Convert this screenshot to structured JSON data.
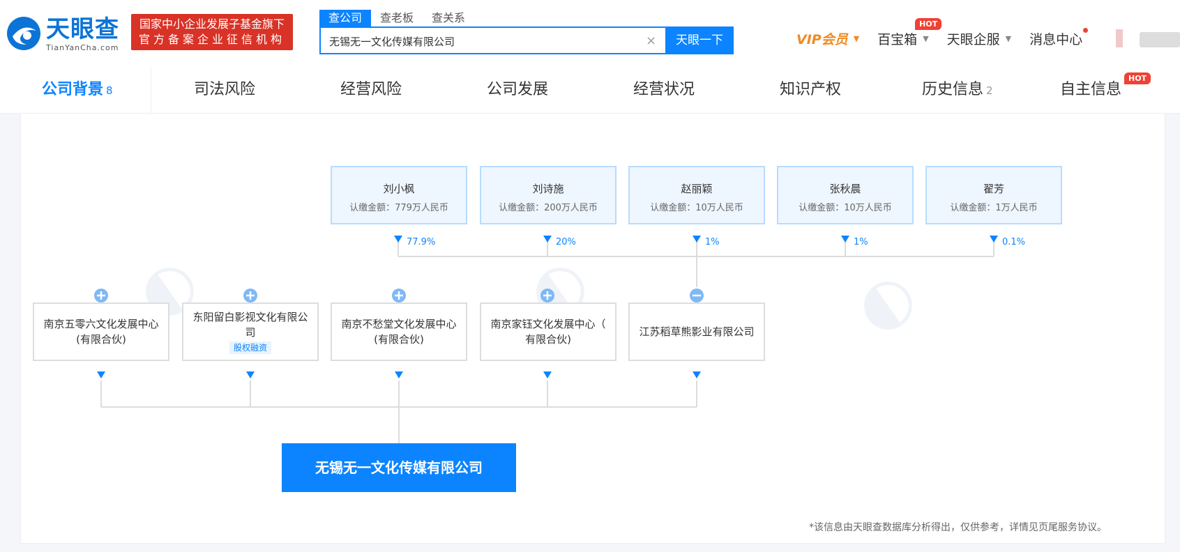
{
  "header": {
    "logo_text": "天眼查",
    "logo_sub": "TianYanCha.com",
    "badge_line1": "国家中小企业发展子基金旗下",
    "badge_line2": "官方备案企业征信机构",
    "search_tabs": [
      "查公司",
      "查老板",
      "查关系"
    ],
    "search_value": "无锡无一文化传媒有限公司",
    "search_button": "天眼一下",
    "nav": {
      "vip": "VIP会员",
      "baibaoxiang": "百宝箱",
      "hot": "HOT",
      "qifu": "天眼企服",
      "messages": "消息中心"
    }
  },
  "tabs": [
    {
      "label": "公司背景",
      "count": "8"
    },
    {
      "label": "司法风险",
      "count": ""
    },
    {
      "label": "经营风险",
      "count": ""
    },
    {
      "label": "公司发展",
      "count": ""
    },
    {
      "label": "经营状况",
      "count": ""
    },
    {
      "label": "知识产权",
      "count": ""
    },
    {
      "label": "历史信息",
      "count": "2"
    },
    {
      "label": "自主信息",
      "count": "",
      "hot": "HOT"
    }
  ],
  "shareholders": [
    {
      "name": "刘小枫",
      "amount": "认缴金额：779万人民币",
      "pct": "77.9%"
    },
    {
      "name": "刘诗施",
      "amount": "认缴金额：200万人民币",
      "pct": "20%"
    },
    {
      "name": "赵丽颖",
      "amount": "认缴金额：10万人民币",
      "pct": "1%"
    },
    {
      "name": "张秋晨",
      "amount": "认缴金额：10万人民币",
      "pct": "1%"
    },
    {
      "name": "翟芳",
      "amount": "认缴金额：1万人民币",
      "pct": "0.1%"
    }
  ],
  "investments": [
    {
      "line1": "南京五零六文化发展中心",
      "line2": "(有限合伙)",
      "tag": ""
    },
    {
      "line1": "东阳留白影视文化有限公",
      "line2": "司",
      "tag": "股权融资"
    },
    {
      "line1": "南京不愁堂文化发展中心",
      "line2": "(有限合伙)",
      "tag": ""
    },
    {
      "line1": "南京家钰文化发展中心（",
      "line2": "有限合伙)",
      "tag": ""
    },
    {
      "line1": "江苏稻草熊影业有限公司",
      "line2": "",
      "tag": ""
    }
  ],
  "target_company": "无锡无一文化传媒有限公司",
  "footnote": "*该信息由天眼查数据库分析得出，仅供参考，详情见页尾服务协议。"
}
